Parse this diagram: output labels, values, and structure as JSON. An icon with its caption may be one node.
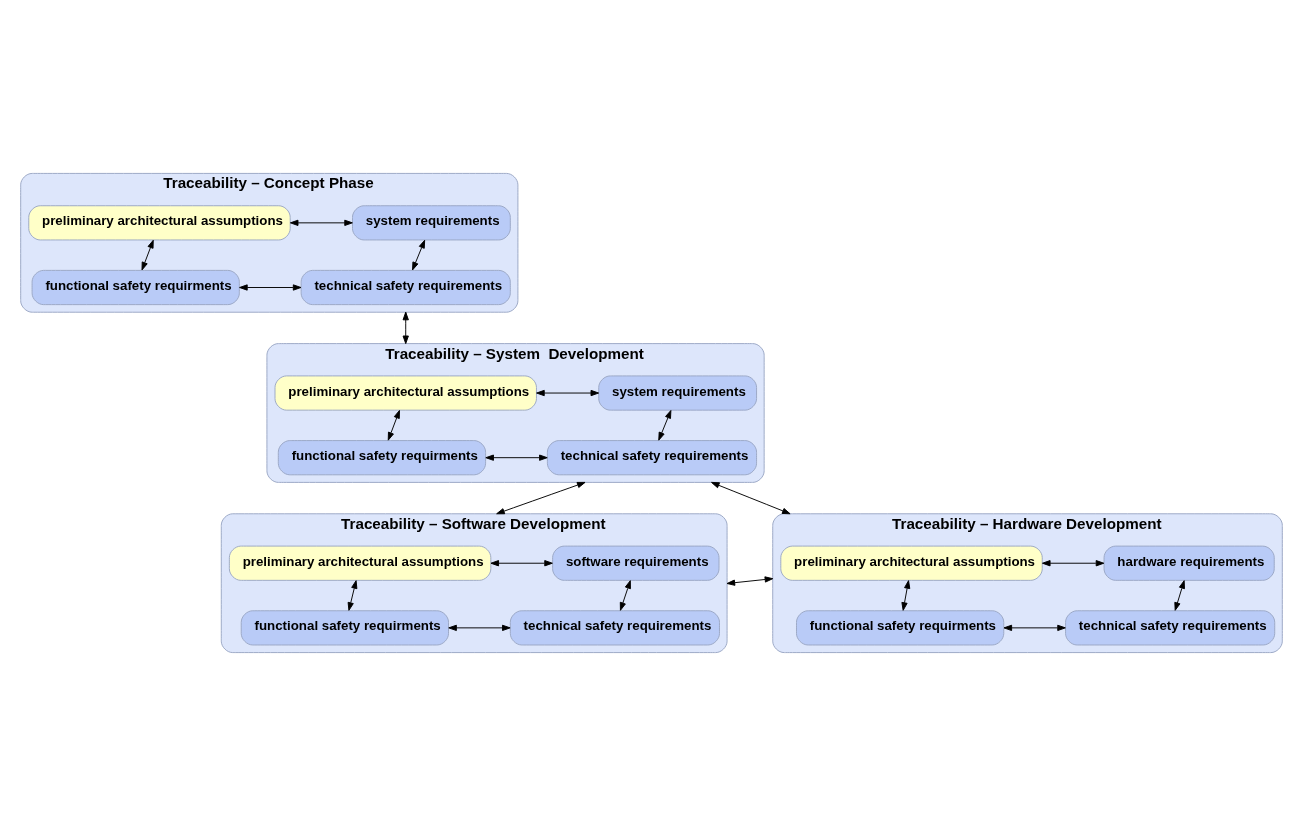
{
  "diagram": {
    "nodes": [
      {
        "text": [
          "Traceability – Concept Phase"
        ]
      },
      {
        "text": [
          "preliminary architectural assumptions"
        ],
        "in": 0
      },
      {
        "text": [
          "system requirements"
        ],
        "in": 0
      },
      {
        "text": [
          "functional safety requirments"
        ],
        "in": 0
      },
      {
        "text": [
          "technical safety requirements"
        ],
        "in": 0
      },
      {
        "text": [
          "Traceability – System  Development"
        ]
      },
      {
        "text": [
          "preliminary architectural assumptions"
        ],
        "in": 5
      },
      {
        "text": [
          "system requirements"
        ],
        "in": 5
      },
      {
        "text": [
          "functional safety requirments"
        ],
        "in": 5
      },
      {
        "text": [
          "technical safety requirements"
        ],
        "in": 5
      },
      {
        "text": [
          "Traceability – Software Development"
        ]
      },
      {
        "text": [
          "preliminary architectural assumptions"
        ],
        "in": 10
      },
      {
        "text": [
          "software requirements"
        ],
        "in": 10
      },
      {
        "text": [
          "functional safety requirments"
        ],
        "in": 10
      },
      {
        "text": [
          "technical safety requirements"
        ],
        "in": 10
      },
      {
        "text": [
          "Traceability – Hardware Development"
        ]
      },
      {
        "text": [
          "preliminary architectural assumptions"
        ],
        "in": 15
      },
      {
        "text": [
          "hardware requirements"
        ],
        "in": 15
      },
      {
        "text": [
          "functional safety requirments"
        ],
        "in": 15
      },
      {
        "text": [
          "technical safety requirements"
        ],
        "in": 15
      }
    ],
    "edges": [
      {
        "from": 1,
        "to": 2,
        "arrow": "both"
      },
      {
        "from": 1,
        "to": 3,
        "arrow": "both"
      },
      {
        "from": 2,
        "to": 4,
        "arrow": "both"
      },
      {
        "from": 3,
        "to": 4,
        "arrow": "both"
      },
      {
        "from": 0,
        "to": 5,
        "arrow": "both"
      },
      {
        "from": 6,
        "to": 7,
        "arrow": "both"
      },
      {
        "from": 6,
        "to": 8,
        "arrow": "both"
      },
      {
        "from": 7,
        "to": 9,
        "arrow": "both"
      },
      {
        "from": 8,
        "to": 9,
        "arrow": "both"
      },
      {
        "from": 5,
        "to": 10,
        "arrow": "both"
      },
      {
        "from": 5,
        "to": 15,
        "arrow": "both"
      },
      {
        "from": 11,
        "to": 12,
        "arrow": "both"
      },
      {
        "from": 11,
        "to": 13,
        "arrow": "both"
      },
      {
        "from": 12,
        "to": 14,
        "arrow": "both"
      },
      {
        "from": 13,
        "to": 14,
        "arrow": "both"
      },
      {
        "from": 10,
        "to": 15,
        "arrow": "both"
      },
      {
        "from": 16,
        "to": 17,
        "arrow": "both"
      },
      {
        "from": 16,
        "to": 18,
        "arrow": "both"
      },
      {
        "from": 17,
        "to": 19,
        "arrow": "both"
      },
      {
        "from": 18,
        "to": 19,
        "arrow": "both"
      }
    ]
  }
}
